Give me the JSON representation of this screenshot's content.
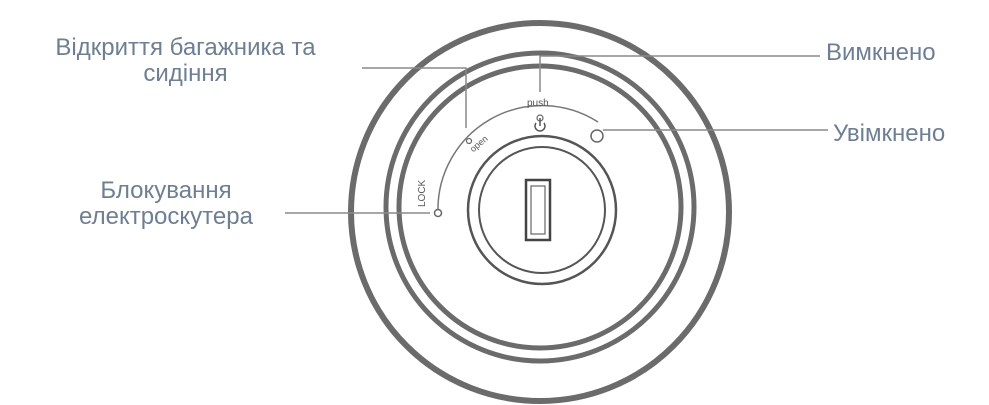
{
  "labels": {
    "trunk_line1": "Відкриття багажника та",
    "trunk_line2": "сидіння",
    "off": "Вимкнено",
    "on": "Увімкнено",
    "lock_line1": "Блокування",
    "lock_line2": "електроскутера"
  },
  "dial": {
    "push": "push",
    "open": "open",
    "lock": "LOCK"
  },
  "colors": {
    "label_text": "#6e7f93",
    "ring": "#6b6b6b",
    "leader": "#8a8a8a"
  }
}
